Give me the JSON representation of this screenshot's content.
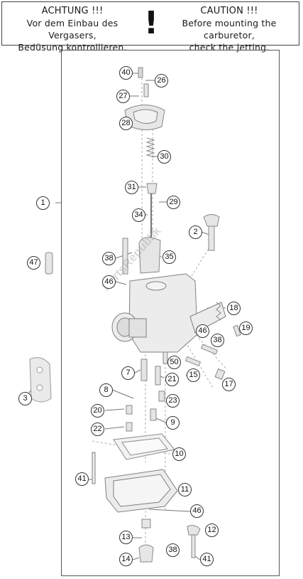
{
  "warning": {
    "de_title": "ACHTUNG !!!",
    "de_line1": "Vor dem Einbau des Vergasers,",
    "de_line2": "Bedüsung kontrollieren.",
    "symbol": "!",
    "en_title": "CAUTION !!!",
    "en_line1": "Before mounting the carburetor,",
    "en_line2": "check the jetting."
  },
  "watermark": "PartsRepublik",
  "callouts": {
    "c40": "40",
    "c26": "26",
    "c27": "27",
    "c28": "28",
    "c30": "30",
    "c31": "31",
    "c29": "29",
    "c34": "34",
    "c1": "1",
    "c2": "2",
    "c47": "47",
    "c38a": "38",
    "c35": "35",
    "c46a": "46",
    "c18": "18",
    "c19": "19",
    "c46b": "46",
    "c38b": "38",
    "c3": "3",
    "c50": "50",
    "c7": "7",
    "c21": "21",
    "c15": "15",
    "c17": "17",
    "c8": "8",
    "c23": "23",
    "c20": "20",
    "c9": "9",
    "c22": "22",
    "c10": "10",
    "c41a": "41",
    "c11": "11",
    "c46c": "46",
    "c13": "13",
    "c12": "12",
    "c38c": "38",
    "c14": "14",
    "c41b": "41"
  }
}
